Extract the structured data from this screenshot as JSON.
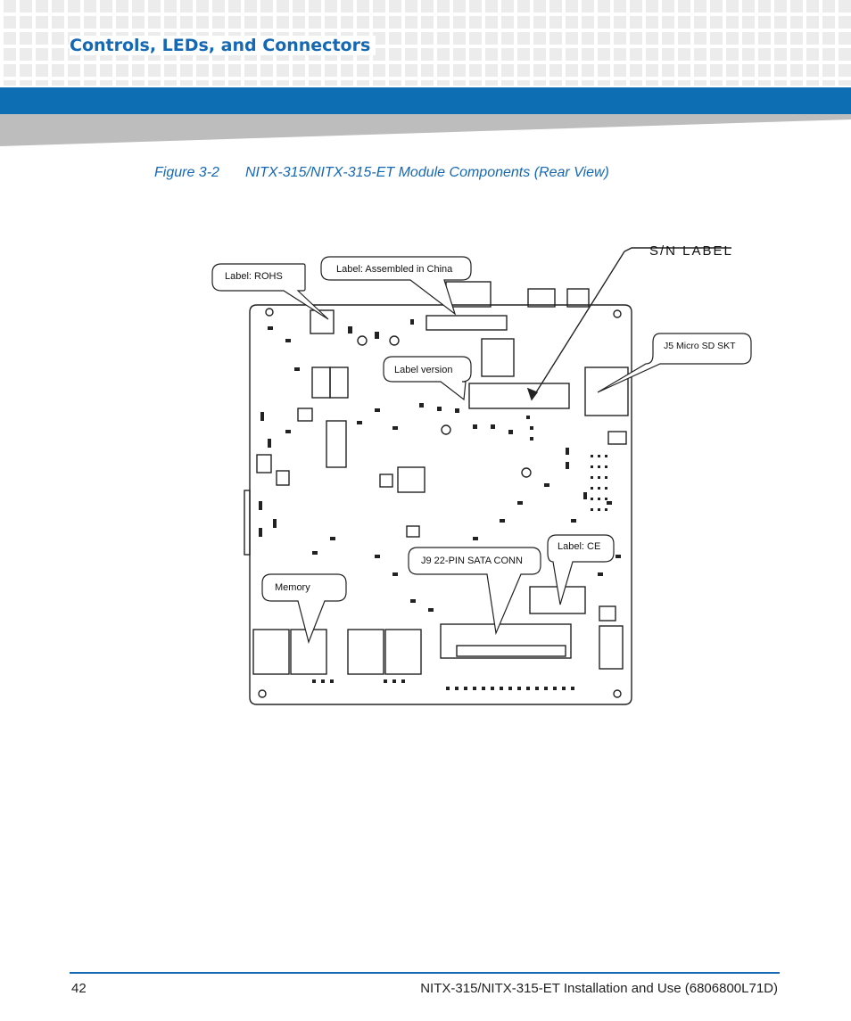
{
  "header": {
    "section_title": "Controls, LEDs, and Connectors"
  },
  "figure": {
    "number": "Figure 3-2",
    "caption": "NITX-315/NITX-315-ET Module Components (Rear View)",
    "callouts": {
      "rohs": "Label: ROHS",
      "assembled": "Label: Assembled in China",
      "sn_label": "S/N LABEL",
      "micro_sd": "J5 Micro SD SKT",
      "label_version": "Label version",
      "ce": "Label: CE",
      "sata": "J9 22-PIN SATA CONN",
      "memory": "Memory"
    }
  },
  "footer": {
    "page_number": "42",
    "doc_title": "NITX-315/NITX-315-ET Installation and Use (6806800L71D)"
  },
  "colors": {
    "brand_blue": "#0d6eb3",
    "title_blue": "#1568b3"
  }
}
